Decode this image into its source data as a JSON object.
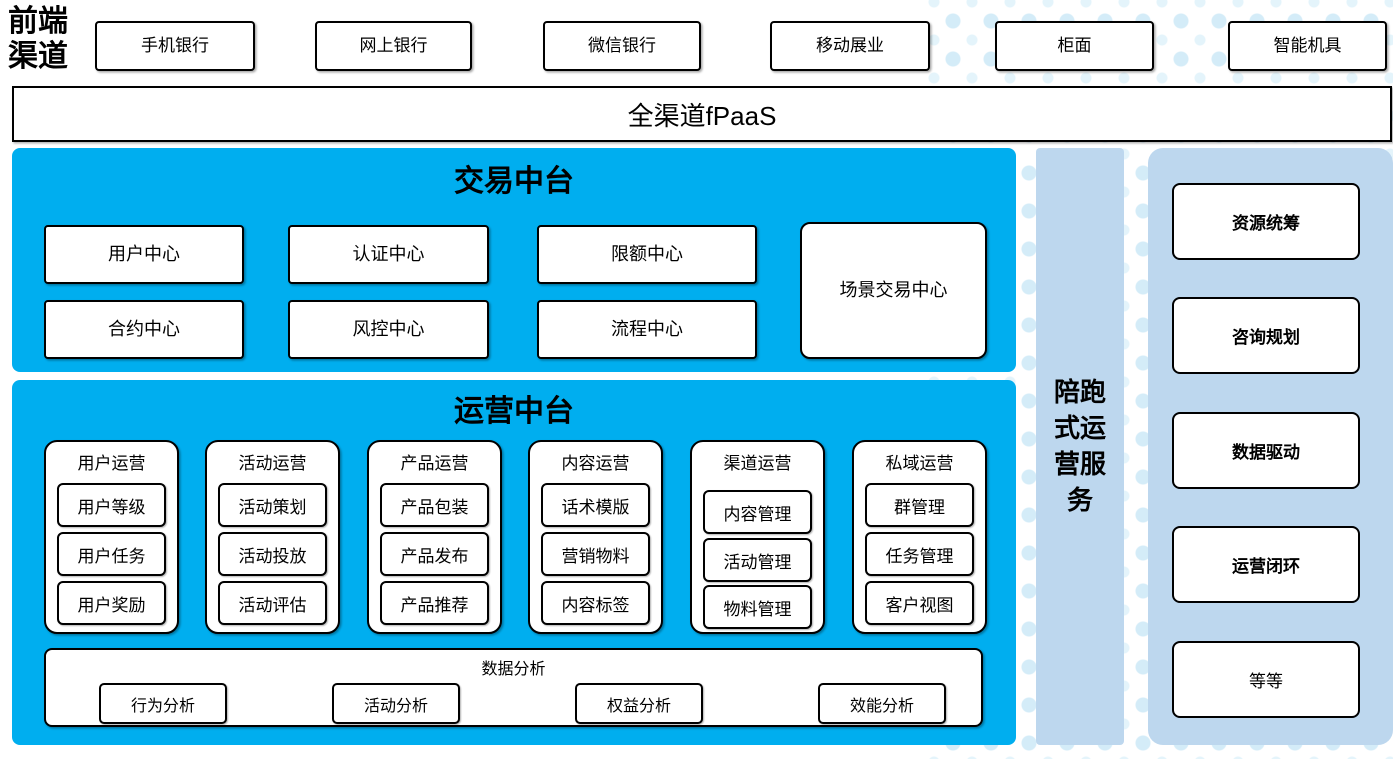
{
  "colors": {
    "bright_blue": "#00AEEF",
    "light_blue": "#BDD7EE",
    "dot_blue": "#D4ECF8",
    "border": "#000000"
  },
  "front_channels": {
    "label": "前端渠道",
    "items": [
      "手机银行",
      "网上银行",
      "微信银行",
      "移动展业",
      "柜面",
      "智能机具"
    ]
  },
  "fpaas_bar": {
    "label": "全渠道fPaaS"
  },
  "transaction_platform": {
    "title": "交易中台",
    "row1": [
      "用户中心",
      "认证中心",
      "限额中心"
    ],
    "row2": [
      "合约中心",
      "风控中心",
      "流程中心"
    ],
    "tall_box": "场景交易中心"
  },
  "operation_platform": {
    "title": "运营中台",
    "columns": [
      {
        "header": "用户运营",
        "items": [
          "用户等级",
          "用户任务",
          "用户奖励"
        ]
      },
      {
        "header": "活动运营",
        "items": [
          "活动策划",
          "活动投放",
          "活动评估"
        ]
      },
      {
        "header": "产品运营",
        "items": [
          "产品包装",
          "产品发布",
          "产品推荐"
        ]
      },
      {
        "header": "内容运营",
        "items": [
          "话术模版",
          "营销物料",
          "内容标签"
        ]
      },
      {
        "header": "渠道运营",
        "items": [
          "内容管理",
          "活动管理",
          "物料管理"
        ]
      },
      {
        "header": "私域运营",
        "items": [
          "群管理",
          "任务管理",
          "客户视图"
        ]
      }
    ],
    "analysis": {
      "title": "数据分析",
      "items": [
        "行为分析",
        "活动分析",
        "权益分析",
        "效能分析"
      ]
    }
  },
  "side_bar": {
    "label": "陪跑式运营服务"
  },
  "right_panel": {
    "items": [
      {
        "label": "资源统筹",
        "bold": true
      },
      {
        "label": "咨询规划",
        "bold": true
      },
      {
        "label": "数据驱动",
        "bold": true
      },
      {
        "label": "运营闭环",
        "bold": true
      },
      {
        "label": "等等",
        "bold": false
      }
    ]
  }
}
